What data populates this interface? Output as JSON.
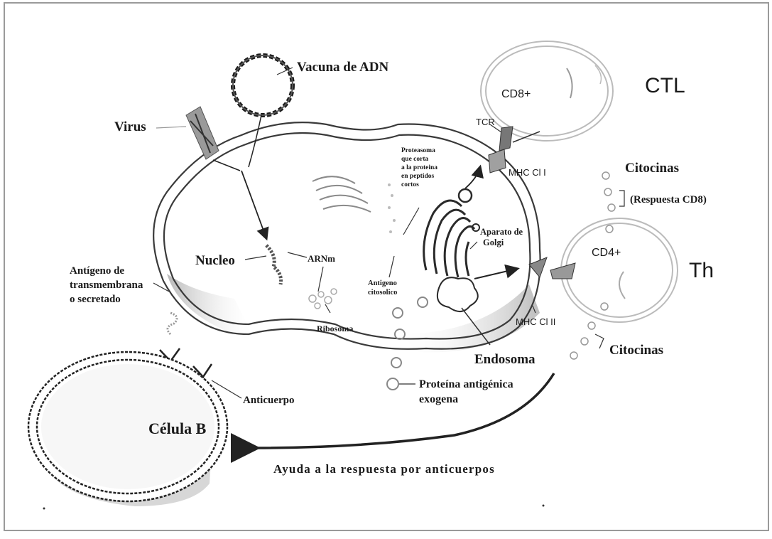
{
  "labels": {
    "vacuna": "Vacuna de ADN",
    "virus": "Virus",
    "cd8": "CD8+",
    "ctl": "CTL",
    "tcr": "TCR",
    "mhc1": "MHC Cl I",
    "citocinas_top": "Citocinas",
    "respuesta_cd8": "(Respuesta CD8)",
    "proteasoma": [
      "Proteasoma",
      "que corta",
      "a la proteina",
      "en peptidos",
      "cortos"
    ],
    "aparato_golgi": [
      "Aparato de",
      "Golgi"
    ],
    "cd4": "CD4+",
    "th": "Th",
    "nucleo": "Nucleo",
    "arnm": "ARNm",
    "antigeno_transmembrana": [
      "Antígeno de",
      "transmembrana",
      "o secretado"
    ],
    "antigeno_citosolico": [
      "Antigeno",
      "citosolico"
    ],
    "ribosoma": "Ribosoma",
    "mhc2": "MHC Cl II",
    "citocinas_bottom": "Citocinas",
    "endosoma": "Endosoma",
    "anticuerpo": "Anticuerpo",
    "proteina_exogena": [
      "Proteína antigénica",
      "exogena"
    ],
    "celula_b": "Célula B",
    "ayuda": "Ayuda a la respuesta por anticuerpos"
  },
  "colors": {
    "line": "#3a3a3a",
    "membrane_fill": "#f4f4f4",
    "pale_cell": "#dcdcdc",
    "shadow": "#c8c8c8"
  }
}
